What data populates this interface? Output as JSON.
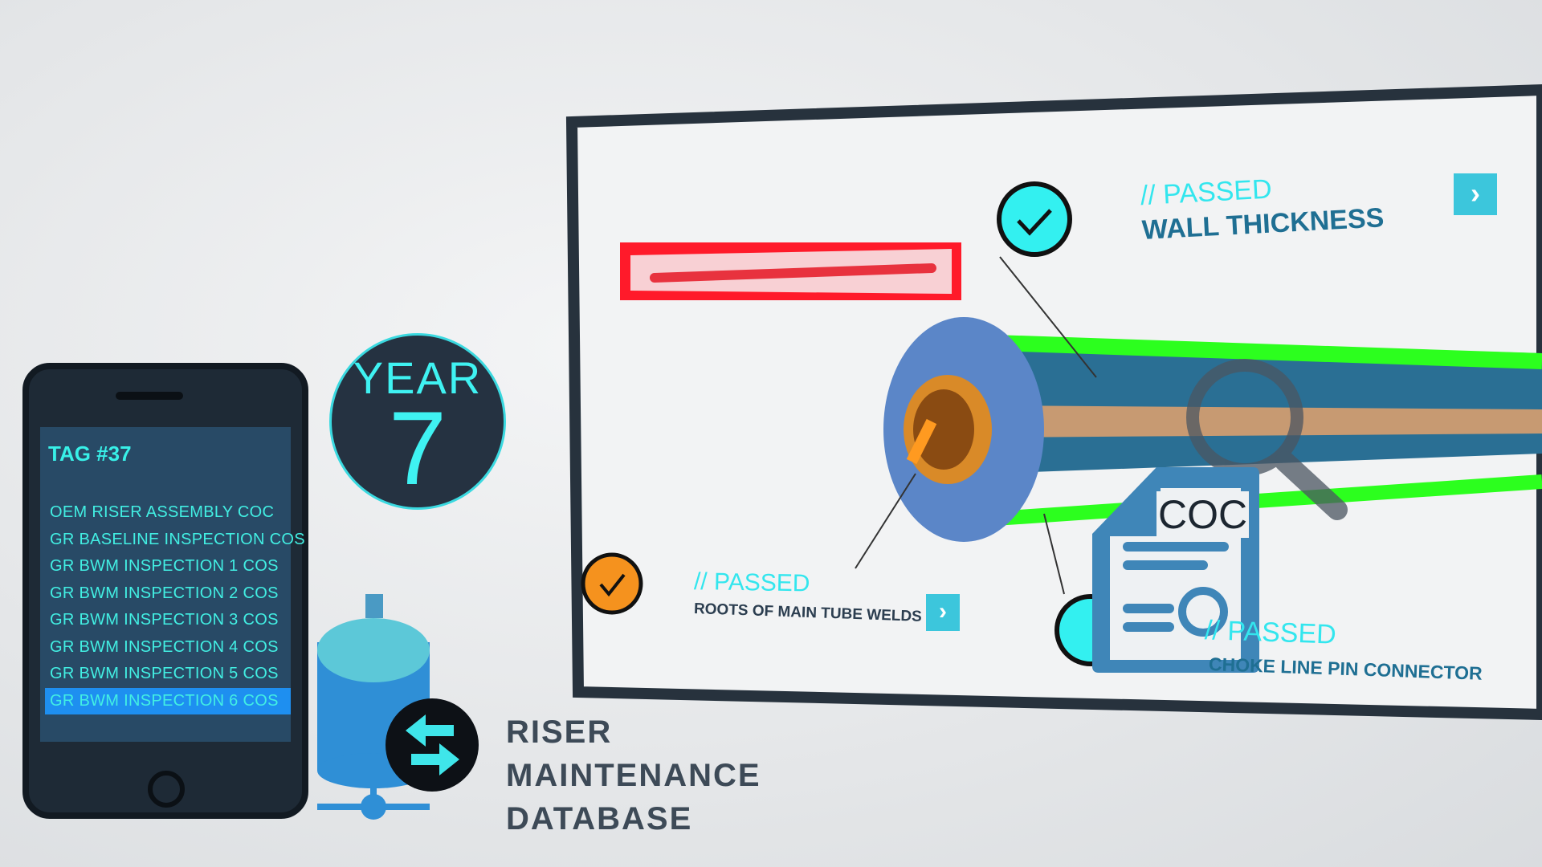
{
  "phone": {
    "tag": "TAG #37",
    "items": [
      {
        "label": "OEM RISER ASSEMBLY COC",
        "selected": false
      },
      {
        "label": "GR BASELINE INSPECTION COS",
        "selected": false
      },
      {
        "label": "GR BWM INSPECTION 1 COS",
        "selected": false
      },
      {
        "label": "GR BWM INSPECTION 2 COS",
        "selected": false
      },
      {
        "label": "GR BWM INSPECTION 3 COS",
        "selected": false
      },
      {
        "label": "GR BWM INSPECTION 4 COS",
        "selected": false
      },
      {
        "label": "GR BWM INSPECTION 5 COS",
        "selected": false
      },
      {
        "label": "GR BWM INSPECTION 6 COS",
        "selected": true
      }
    ]
  },
  "year": {
    "label": "YEAR",
    "value": "7"
  },
  "panel": {
    "checks": [
      {
        "status": "// PASSED",
        "label": "WALL THICKNESS",
        "color": "#33f0f0"
      },
      {
        "status": "// PASSED",
        "label": "ROOTS OF MAIN TUBE WELDS",
        "color": "#f5921e"
      },
      {
        "status": "// PASSED",
        "label": "CHOKE LINE PIN CONNECTOR",
        "color": "#33f0f0"
      }
    ],
    "document_label": "COC",
    "arrow_icon": "chevron-right-icon"
  },
  "database": {
    "line1": "RISER",
    "line2": "MAINTENANCE",
    "line3": "DATABASE"
  },
  "colors": {
    "accent": "#33e6ee",
    "highlight": "#1e8ff0",
    "pipe_green": "#2cff1e",
    "alert_red": "#ff1a2a",
    "doc_blue": "#3f86b8"
  }
}
